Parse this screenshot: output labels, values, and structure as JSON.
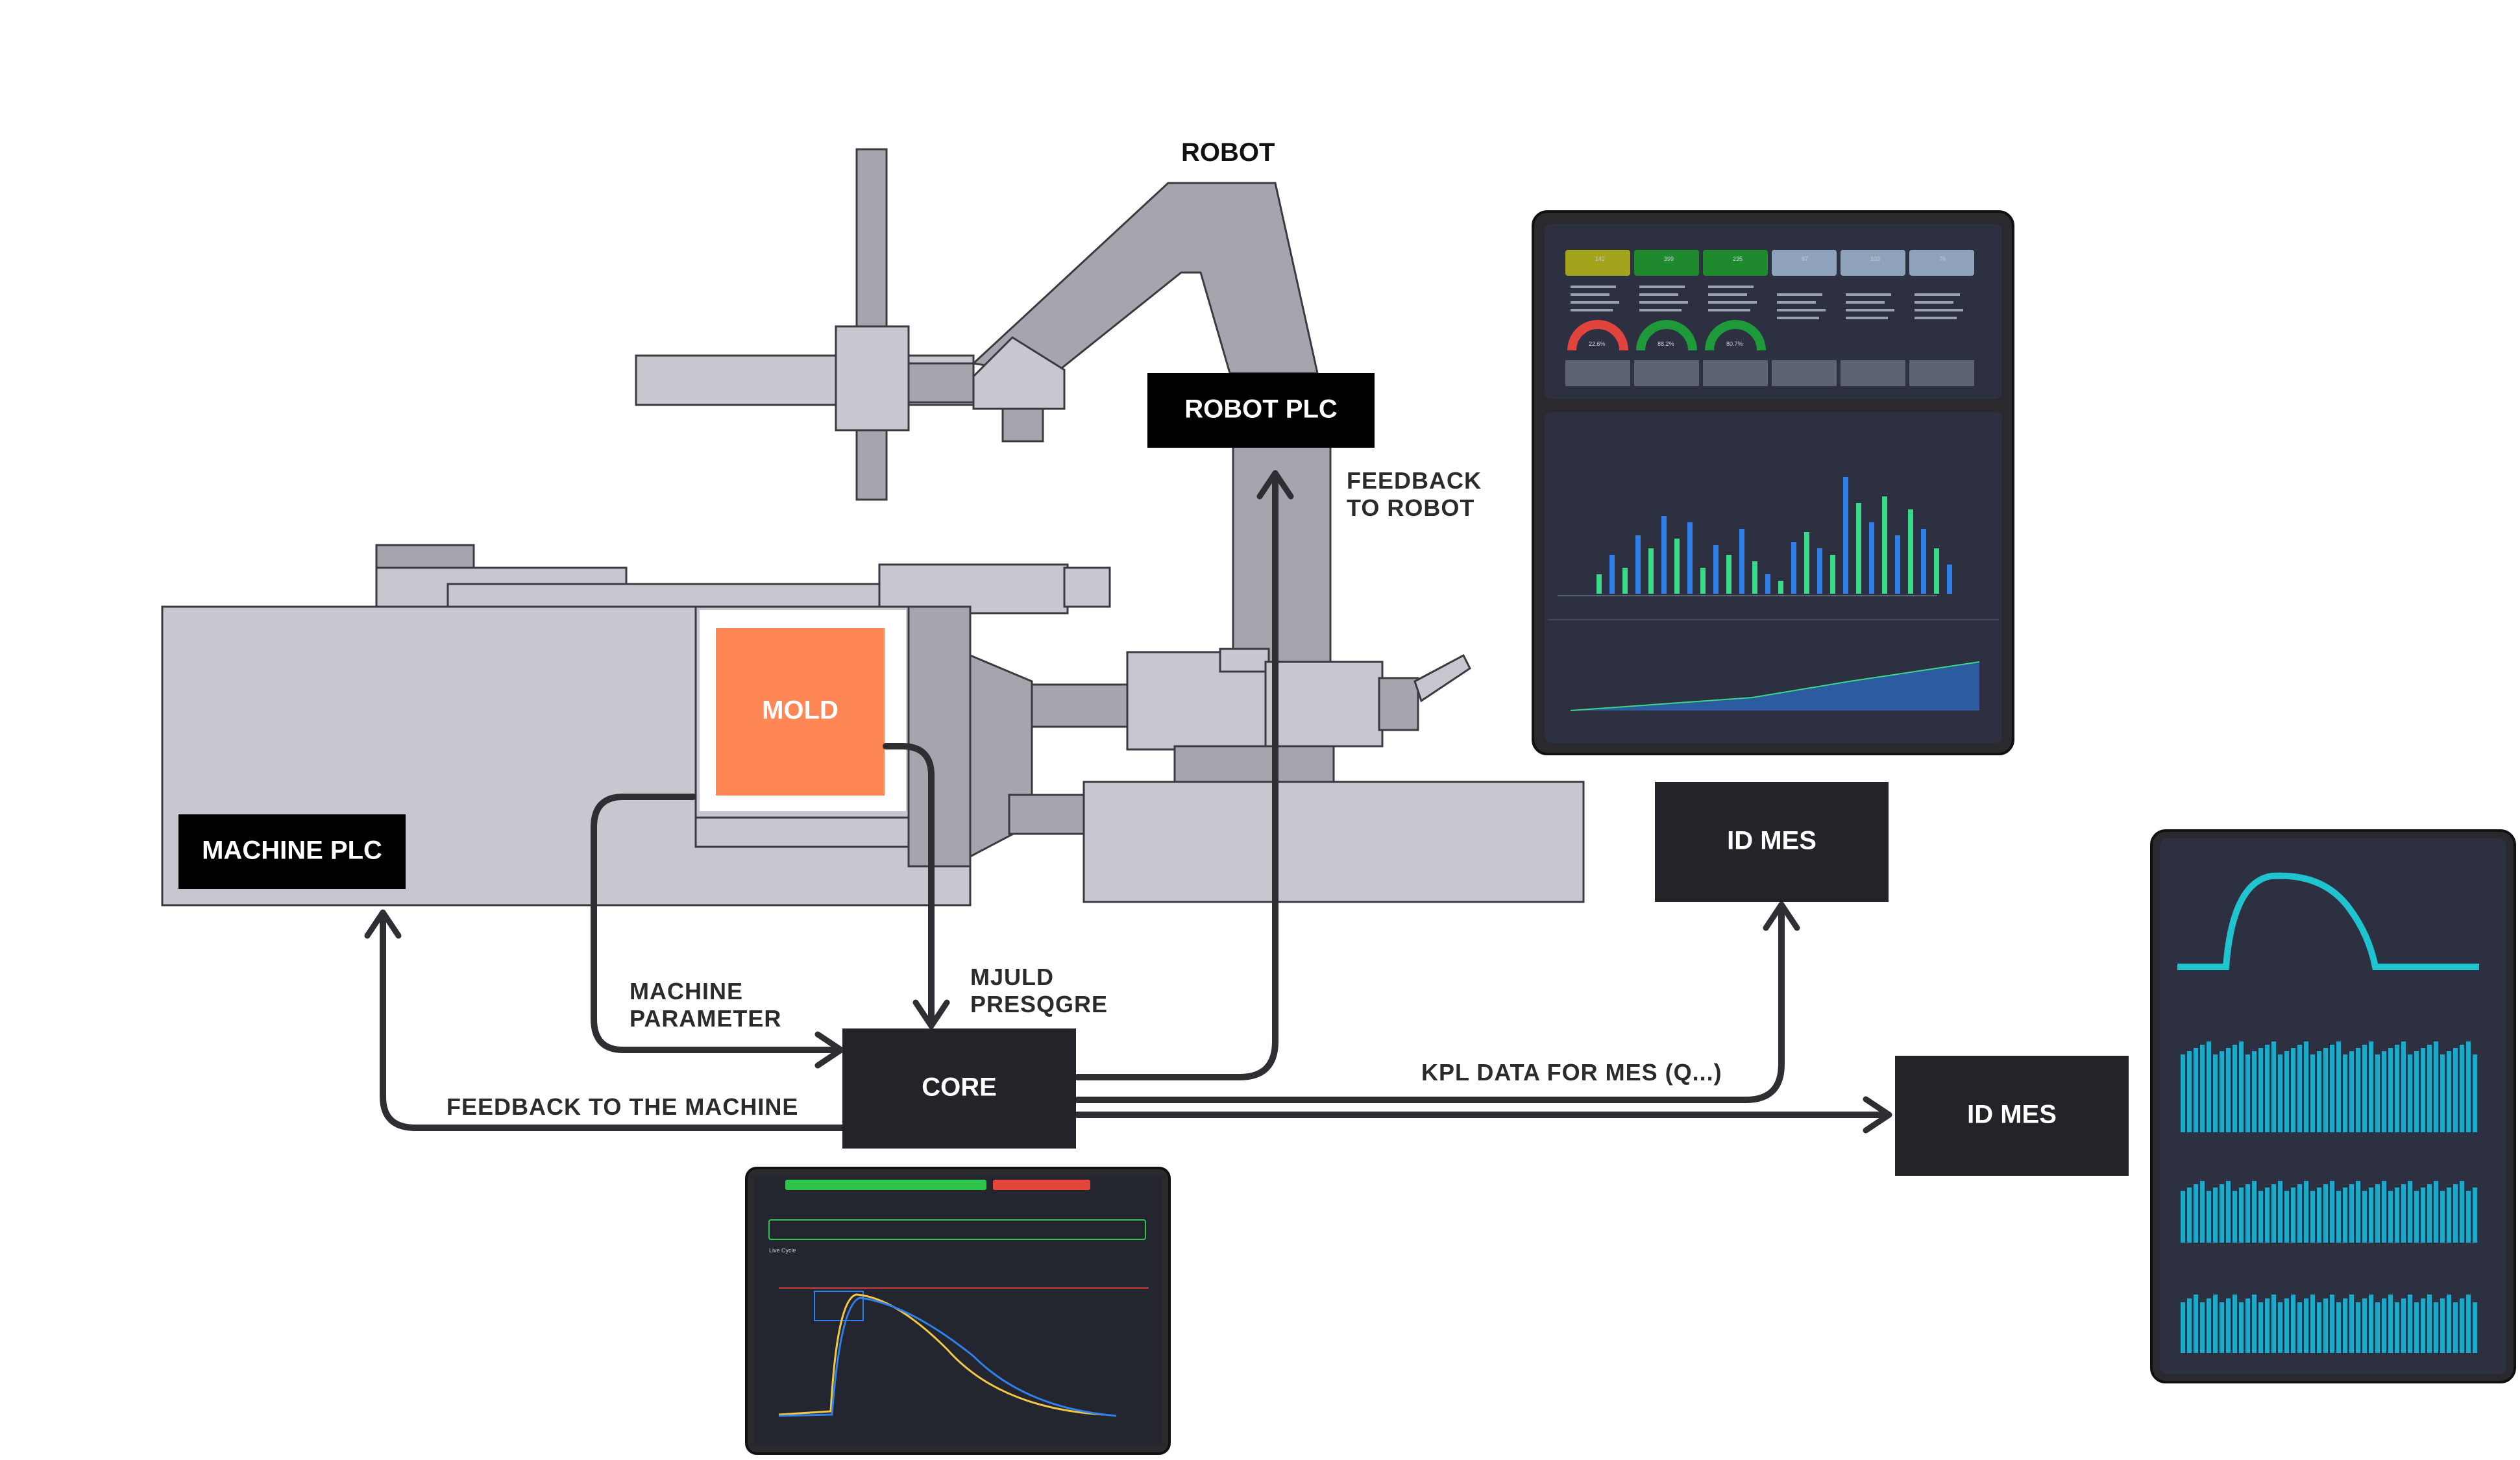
{
  "labels": {
    "robot": "ROBOT",
    "robot_plc": "ROBOT PLC",
    "mold": "MOLD",
    "machine_plc": "MACHINE PLC",
    "core": "CORE",
    "id_mes_top": "ID MES",
    "id_mes_right": "ID MES",
    "feedback_to_robot_1": "FEEDBACK",
    "feedback_to_robot_2": "TO ROBOT",
    "machine_parameter_1": "MACHINE",
    "machine_parameter_2": "PARAMETER",
    "mold_pressure_1": "MJULD",
    "mold_pressure_2": "PRESQGRE",
    "feedback_to_machine": "FEEDBACK TO THE MACHINE",
    "kpl_data": "KPL DATA FOR MES (Q...)"
  },
  "colors": {
    "mold": "#ff8655",
    "box": "#000000",
    "box_dark": "#242428",
    "machine": "#c8c7d0",
    "machine_dark": "#a6a5ae",
    "arrow": "#2f2f33",
    "dashboard_bg": "#2c3040",
    "accent_green": "#39d98a",
    "accent_blue": "#2f80ed"
  },
  "dashboards": {
    "top_tablet": {
      "kpi_values": [
        "142",
        "399",
        "235",
        "87",
        "103",
        "76"
      ],
      "gauge_values": [
        "22.6%",
        "88.2%",
        "80.7%"
      ]
    },
    "bottom_tablet": {
      "title": "Live Cycle"
    }
  }
}
